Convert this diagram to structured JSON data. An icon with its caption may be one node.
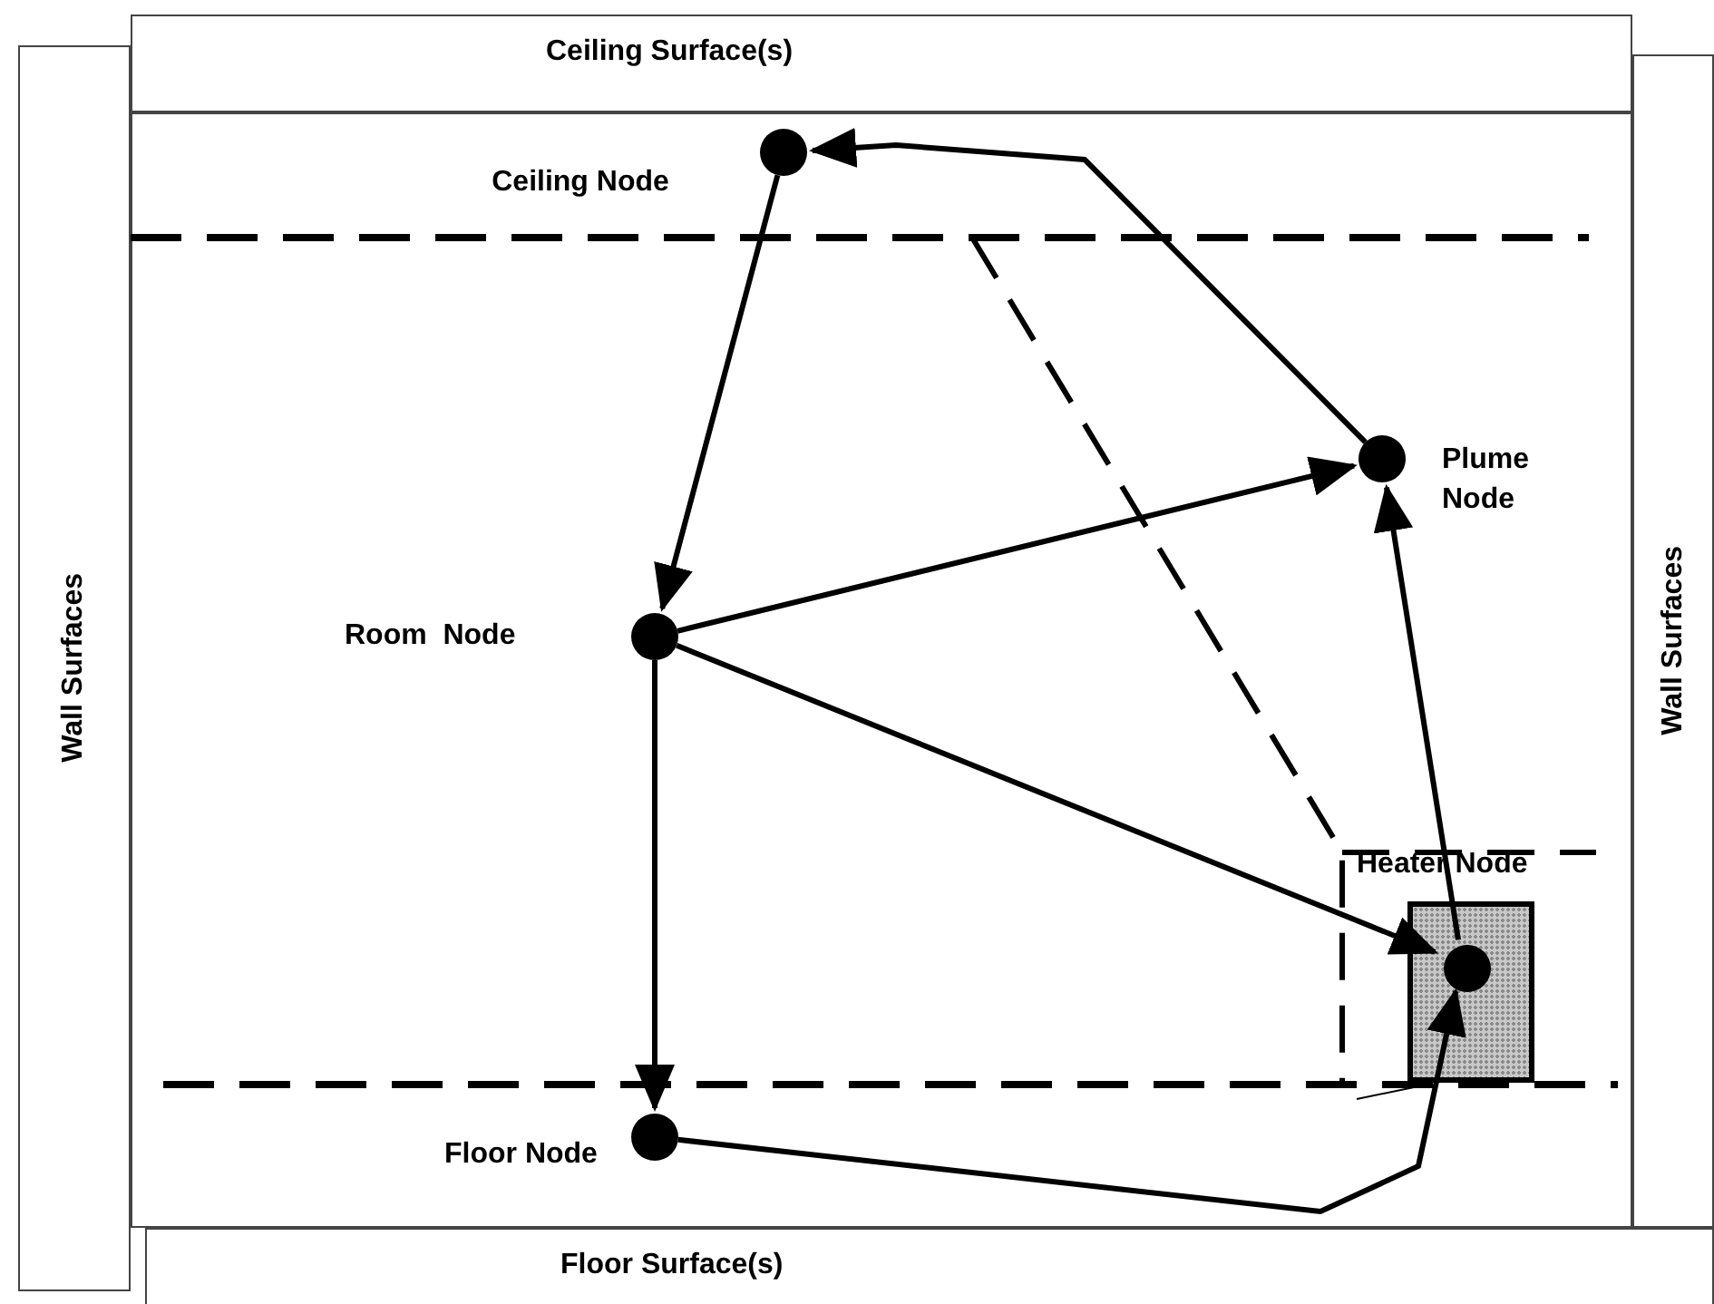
{
  "diagram": {
    "nodes": [
      {
        "text": [
          "Ceiling Surface(s)"
        ]
      },
      {
        "text": [
          "Wall Surfaces"
        ]
      },
      {
        "text": [
          "Wall Surfaces"
        ]
      },
      {
        "text": [
          "Floor Surface(s)"
        ]
      },
      {
        "text": [],
        "shape": "circle",
        "beside": [
          "Ceiling Node"
        ]
      },
      {
        "text": [],
        "shape": "circle",
        "beside": [
          "Plume Node"
        ]
      },
      {
        "text": [],
        "shape": "circle",
        "beside": [
          "Room  Node"
        ]
      },
      {
        "text": [],
        "shape": "box",
        "beside": [
          "Heater Node"
        ]
      },
      {
        "text": [],
        "shape": "circle",
        "in": 7
      },
      {
        "text": [],
        "shape": "circle",
        "beside": [
          "Floor Node"
        ]
      }
    ],
    "edges": [
      {
        "from": 5,
        "to": 4,
        "arrow": "to"
      },
      {
        "from": 4,
        "to": 6,
        "arrow": "to"
      },
      {
        "from": 6,
        "to": 5,
        "arrow": "to"
      },
      {
        "from": 6,
        "to": 8,
        "arrow": "to"
      },
      {
        "from": 6,
        "to": 9,
        "arrow": "to"
      },
      {
        "from": 9,
        "to": 8,
        "arrow": "to"
      },
      {
        "from": 8,
        "to": 5,
        "arrow": "to"
      }
    ]
  }
}
